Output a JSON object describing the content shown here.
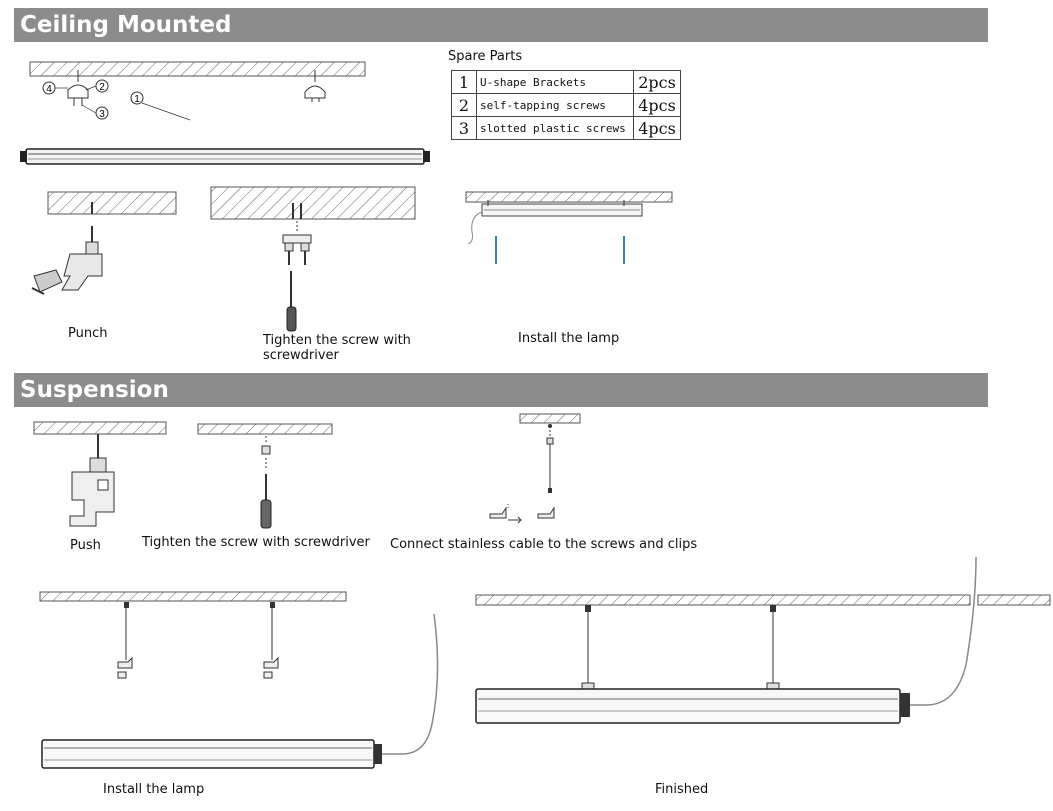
{
  "sections": {
    "ceiling": "Ceiling Mounted",
    "suspension": "Suspension"
  },
  "callouts": [
    "4",
    "2",
    "3",
    "1"
  ],
  "spare_parts": {
    "title": "Spare Parts",
    "rows": [
      {
        "no": "1",
        "item": "U-shape Brackets",
        "qty": "2pcs"
      },
      {
        "no": "2",
        "item": "self-tapping screws",
        "qty": "4pcs"
      },
      {
        "no": "3",
        "item": "slotted plastic screws",
        "qty": "4pcs"
      }
    ]
  },
  "captions": {
    "punch": "Punch",
    "tighten": "Tighten the screw with screwdriver",
    "install1": "Install the lamp",
    "push": "Push",
    "tighten2": "Tighten the screw with screwdriver",
    "connect": "Connect stainless cable to the screws and clips",
    "install2": "Install the lamp",
    "finished": "Finished"
  }
}
